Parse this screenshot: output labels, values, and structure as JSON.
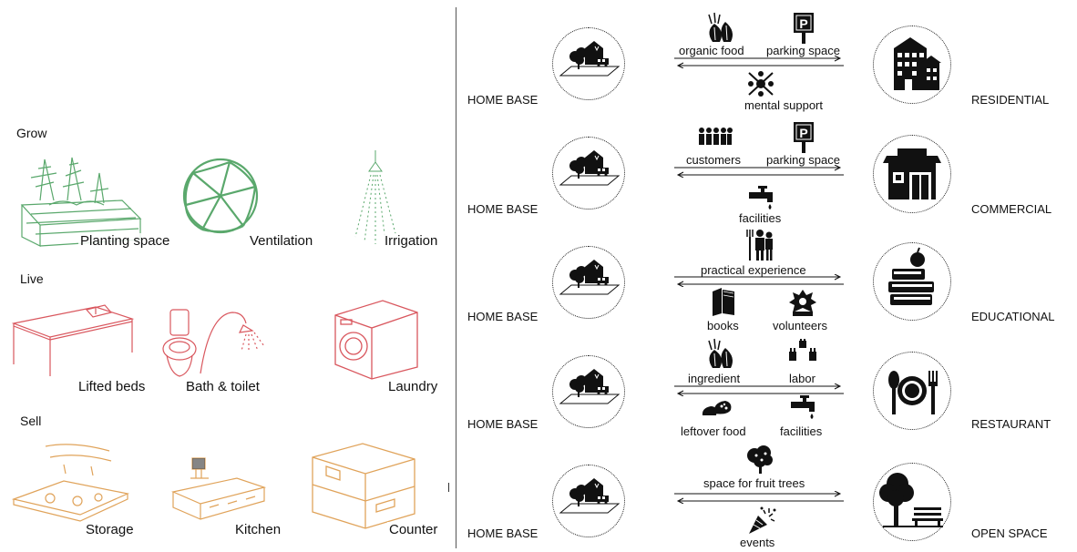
{
  "left_panel": {
    "sections": [
      {
        "title": "Grow",
        "items": [
          "Planting space",
          "Ventilation",
          "Irrigation"
        ]
      },
      {
        "title": "Live",
        "items": [
          "Lifted beds",
          "Bath & toilet",
          "Laundry"
        ]
      },
      {
        "title": "Sell",
        "items": [
          "Storage",
          "Kitchen",
          "Counter"
        ]
      }
    ],
    "colors": {
      "grow": "#5aa86c",
      "live": "#d9575e",
      "sell": "#e0a35a"
    }
  },
  "right_panel": {
    "home_label": "HOME BASE",
    "rows": [
      {
        "destination": "RESIDENTIAL",
        "top_flows": [
          "organic food",
          "parking space"
        ],
        "bottom_flows": [
          "mental support"
        ]
      },
      {
        "destination": "COMMERCIAL",
        "top_flows": [
          "customers",
          "parking space"
        ],
        "bottom_flows": [
          "facilities"
        ]
      },
      {
        "destination": "EDUCATIONAL",
        "top_flows": [
          "practical experience"
        ],
        "bottom_flows": [
          "books",
          "volunteers"
        ]
      },
      {
        "destination": "RESTAURANT",
        "top_flows": [
          "ingredient",
          "labor"
        ],
        "bottom_flows": [
          "leftover food",
          "facilities"
        ]
      },
      {
        "destination": "OPEN SPACE",
        "top_flows": [
          "space for fruit trees"
        ],
        "bottom_flows": [
          "events"
        ]
      }
    ]
  }
}
